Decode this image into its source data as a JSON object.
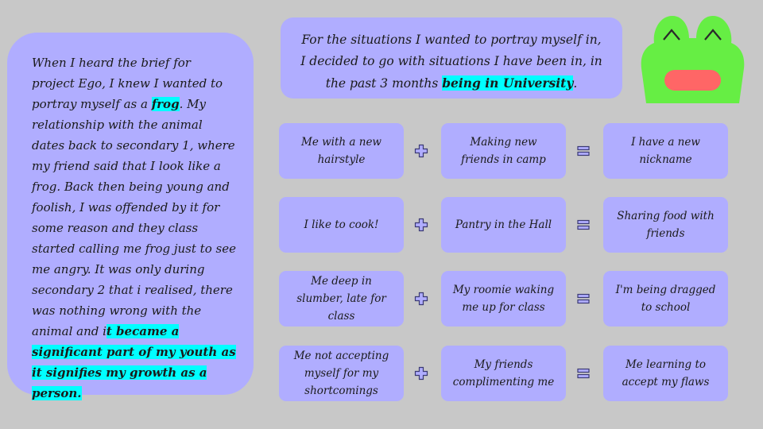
{
  "story": {
    "text_before": "When I heard the brief for project Ego, I knew I wanted to portray myself as a ",
    "highlight_frog": "frog",
    "text_middle": ". My relationship with the animal dates back to secondary 1, where my friend said that I look like a frog. Back then being young and foolish, I was offended by it for some reason and they class started calling me frog just to see me angry. It was only during secondary 2 that i realised, there was nothing wrong with the animal and i",
    "highlight_end": "t became a significant part of my youth as it signifies my growth as a person."
  },
  "intro": {
    "text": "For the situations I wanted to portray myself in, I decided to go with situations I have been in, in the past 3 months ",
    "highlight": "being in University",
    "suffix": "."
  },
  "rows": [
    {
      "a": "Me with a new hairstyle",
      "b": "Making new friends in camp",
      "c": "I have a new nickname"
    },
    {
      "a": "I like to cook!",
      "b": "Pantry in the Hall",
      "c": "Sharing food with friends"
    },
    {
      "a": "Me deep in slumber, late for class",
      "b": "My roomie waking me up for class",
      "c": "I'm being dragged to school"
    },
    {
      "a": "Me not accepting myself for my shortcomings",
      "b": "My friends complimenting me",
      "c": "Me learning to accept my flaws"
    }
  ],
  "colors": {
    "card": "#b0adff",
    "highlight": "#00ffff",
    "frog_body": "#66ee44",
    "frog_mouth": "#ff6666",
    "background": "#c8c8c8"
  },
  "icons": {
    "plus": "plus-icon",
    "equals": "equals-icon",
    "frog": "frog-icon"
  }
}
